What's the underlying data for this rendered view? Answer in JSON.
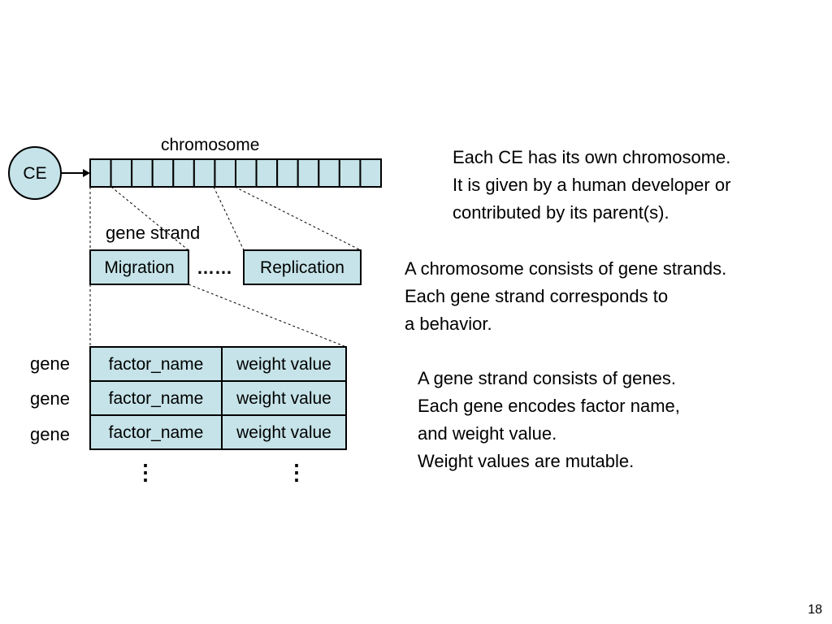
{
  "diagram": {
    "ce_label": "CE",
    "chromosome_label": "chromosome",
    "chromosome_segments": 14,
    "gene_strand_label": "gene strand",
    "strands": {
      "first": "Migration",
      "ellipsis": "……",
      "last": "Replication"
    },
    "gene_rows": [
      {
        "label": "gene",
        "factor": "factor_name",
        "weight": "weight value"
      },
      {
        "label": "gene",
        "factor": "factor_name",
        "weight": "weight value"
      },
      {
        "label": "gene",
        "factor": "factor_name",
        "weight": "weight value"
      }
    ],
    "vertical_ellipsis": "⋮"
  },
  "text": {
    "para1": [
      "Each CE has its own chromosome.",
      "It is given by a human developer or",
      "contributed by its parent(s)."
    ],
    "para2": [
      "A chromosome consists of gene strands.",
      "Each gene strand corresponds to",
      "a behavior."
    ],
    "para3": [
      "A gene strand consists of genes.",
      "Each gene encodes factor name,",
      "and weight value.",
      "Weight values are mutable."
    ]
  },
  "page_number": "18",
  "colors": {
    "fill": "#c5e3e8",
    "stroke": "#000000",
    "background": "#ffffff"
  }
}
